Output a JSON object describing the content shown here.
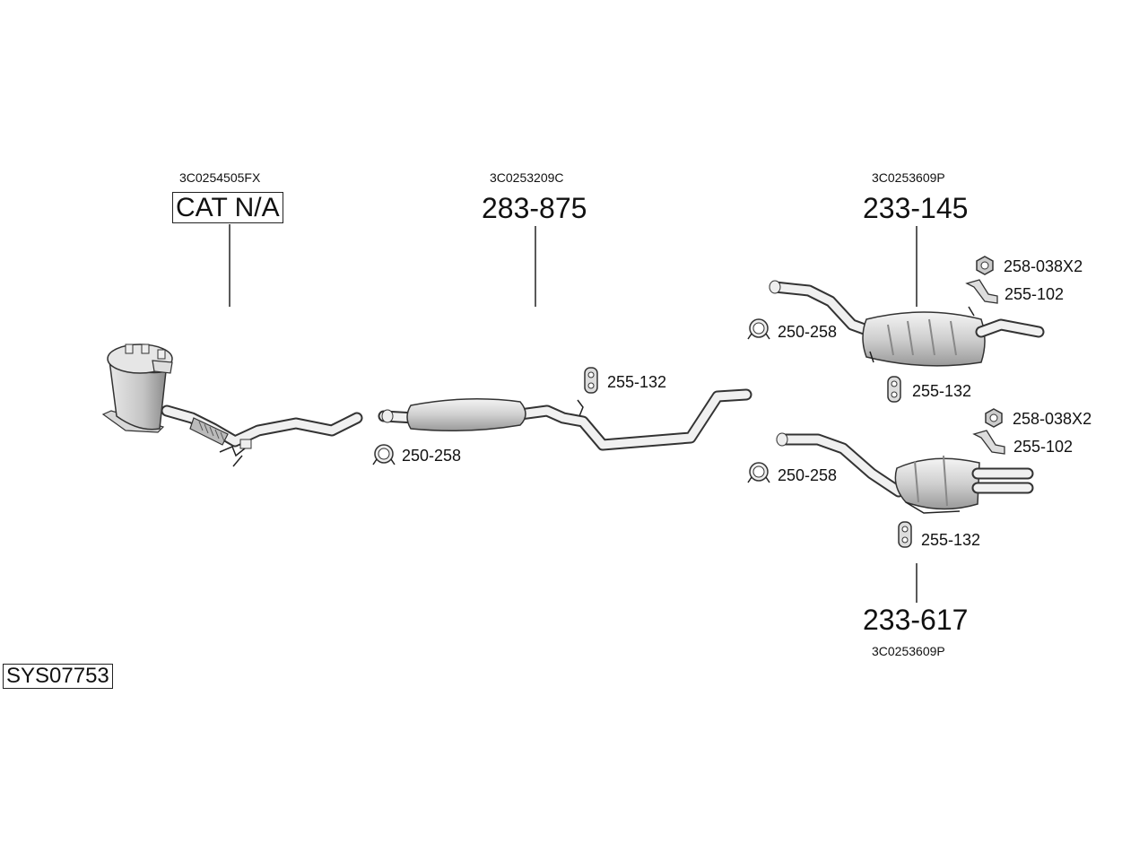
{
  "system_code": "SYS07753",
  "components": {
    "cat": {
      "oe": "3C0254505FX",
      "part": "CAT N/A"
    },
    "middle": {
      "oe": "3C0253209C",
      "part": "283-875",
      "clamp": "250-258",
      "hanger": "255-132"
    },
    "rear_top": {
      "oe": "3C0253609P",
      "part": "233-145",
      "nut": "258-038X2",
      "bracket": "255-102",
      "clamp": "250-258",
      "hanger": "255-132"
    },
    "rear_bottom": {
      "oe": "3C0253609P",
      "part": "233-617",
      "nut": "258-038X2",
      "bracket": "255-102",
      "clamp": "250-258",
      "hanger": "255-132"
    }
  },
  "icons": [
    "clamp-icon",
    "rubber-hanger-icon",
    "nut-icon",
    "bracket-icon"
  ]
}
